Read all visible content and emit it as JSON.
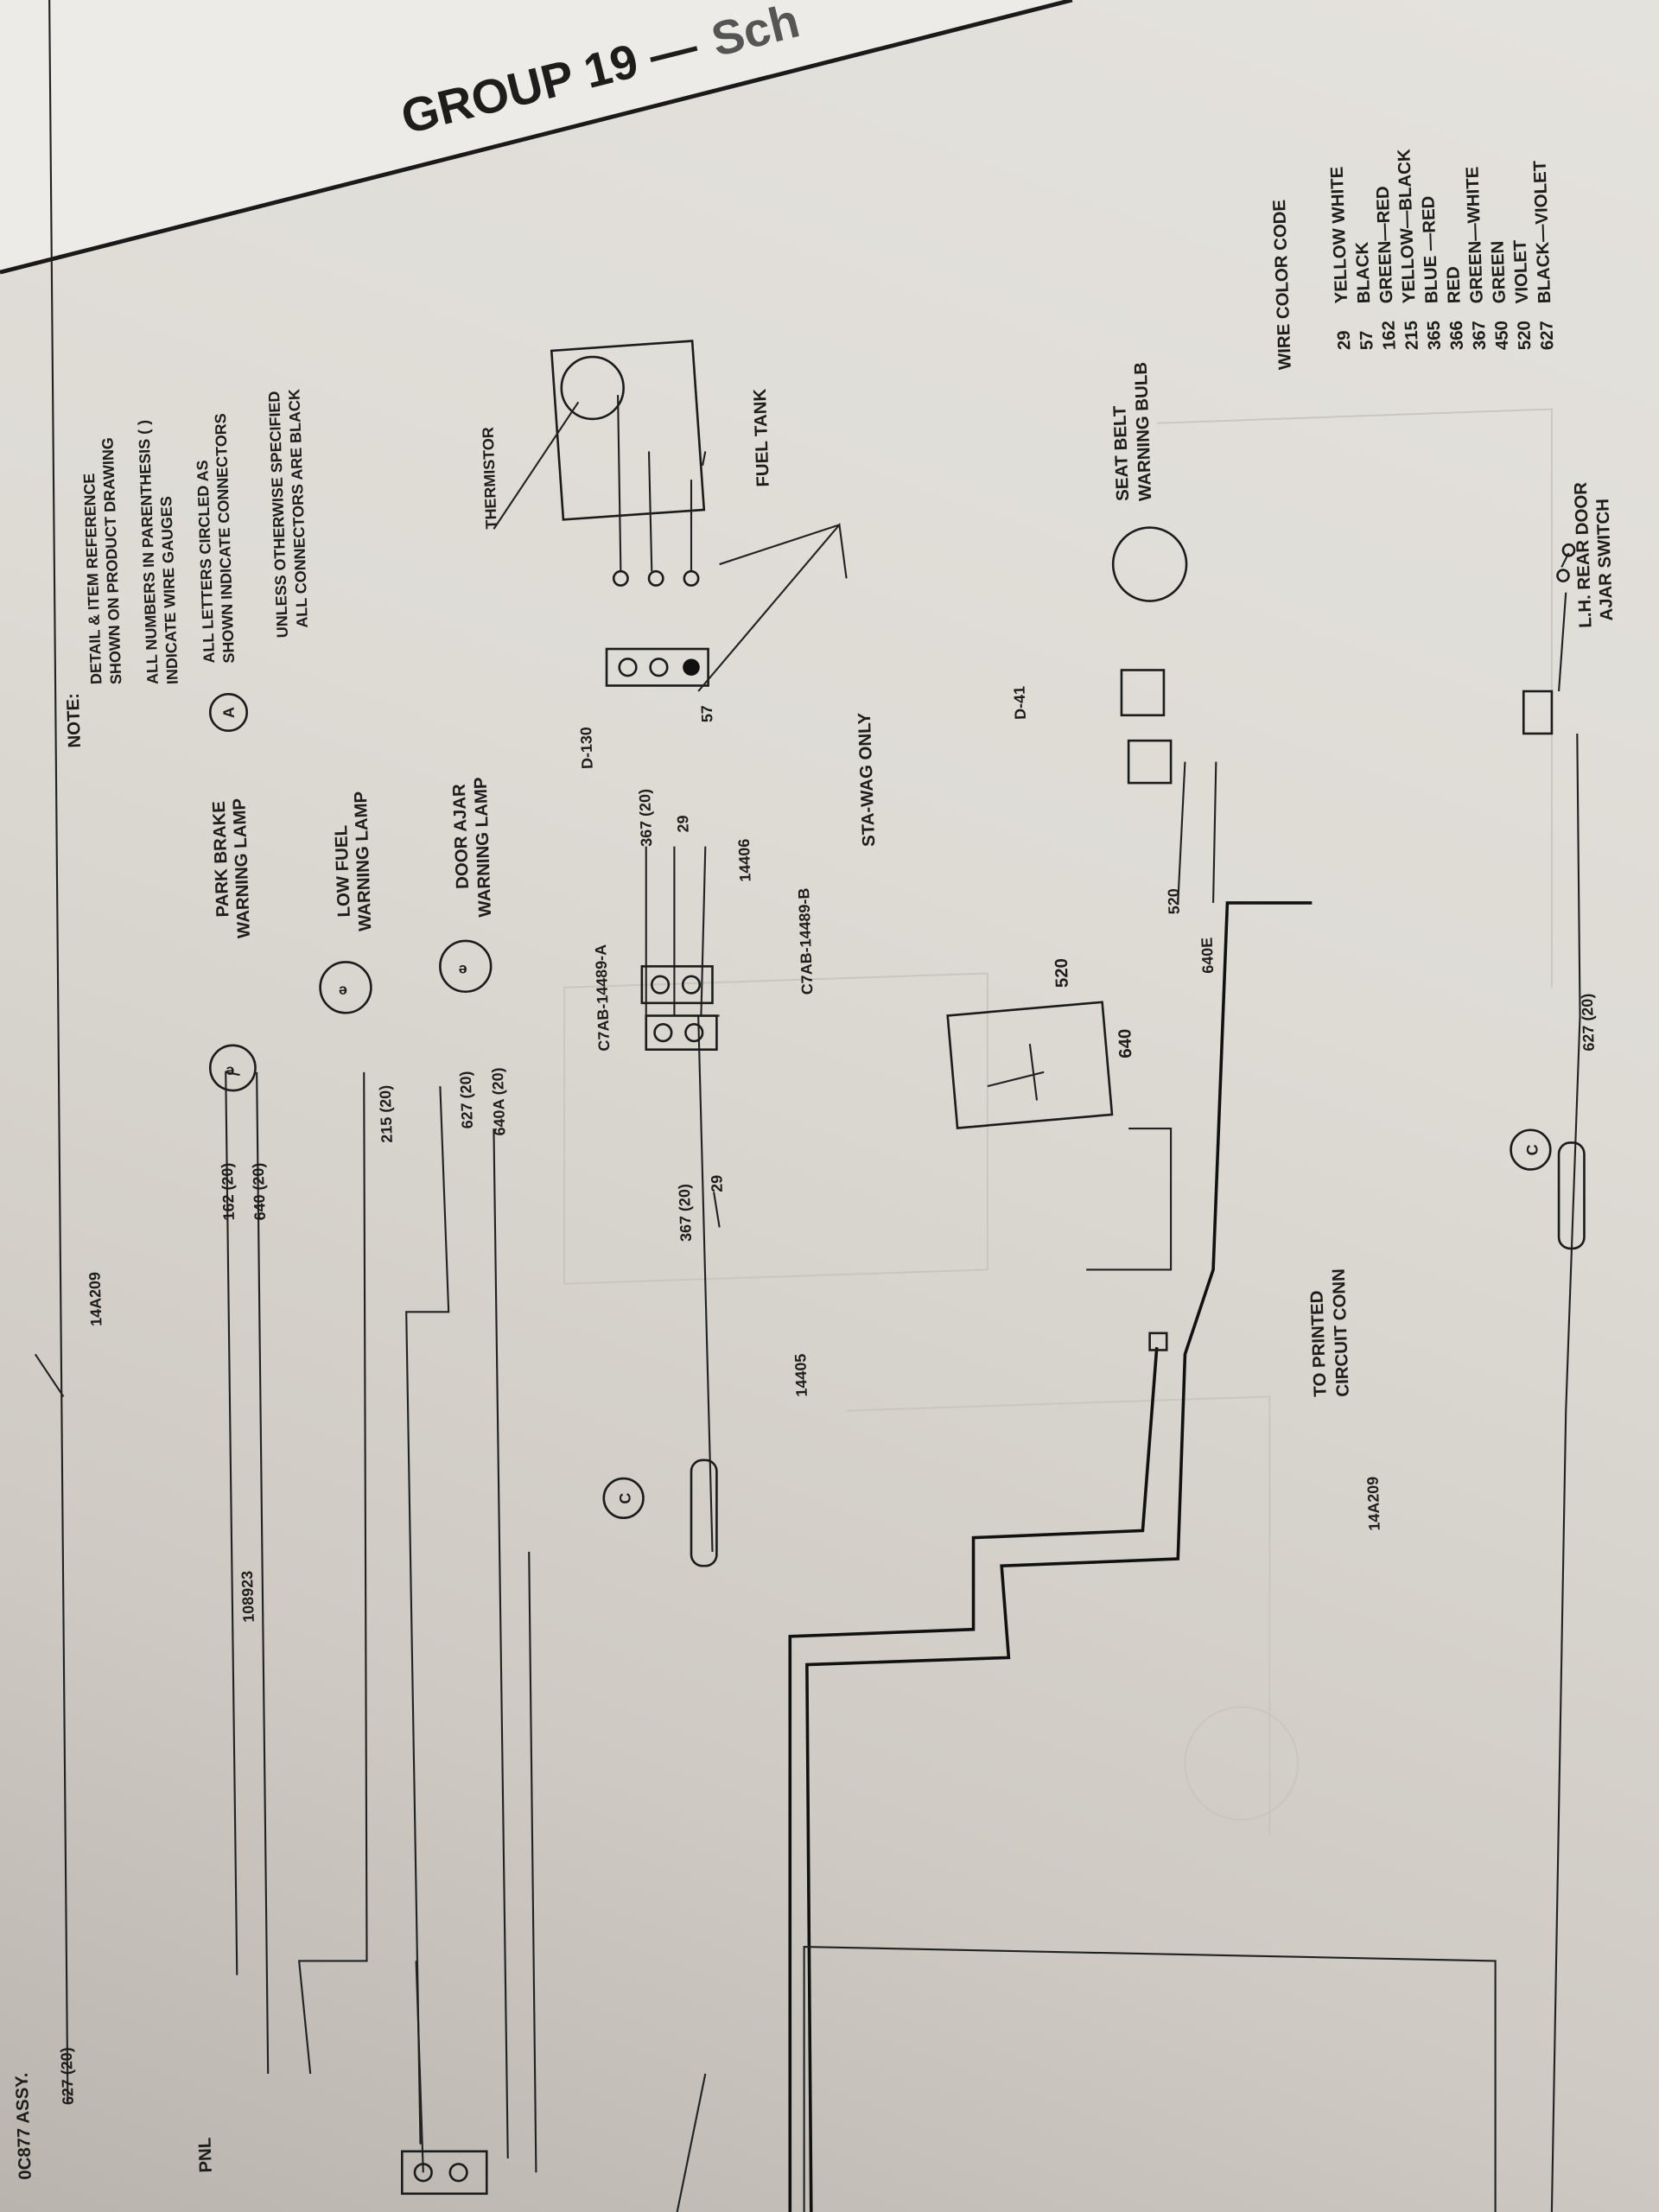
{
  "header": {
    "title": "GROUP 19 —",
    "title_partial": "Sch"
  },
  "notes": {
    "label": "NOTE:",
    "items": [
      [
        "DETAIL & ITEM REFERENCE",
        "SHOWN ON PRODUCT DRAWING"
      ],
      [
        "ALL NUMBERS IN PARENTHESIS ( )",
        "INDICATE WIRE GAUGES"
      ],
      [
        "ALL LETTERS CIRCLED AS",
        "SHOWN INDICATE    CONNECTORS"
      ],
      [
        "UNLESS OTHERWISE SPECIFIED",
        "ALL CONNECTORS ARE BLACK"
      ]
    ],
    "connector_letter": "A"
  },
  "components": {
    "park_brake": [
      "PARK BRAKE",
      "WARNING LAMP"
    ],
    "low_fuel": [
      "LOW FUEL",
      "WARNING LAMP"
    ],
    "door_ajar": [
      "DOOR AJAR",
      "WARNING LAMP"
    ],
    "thermistor": "THERMISTOR",
    "fuel_tank": "FUEL TANK",
    "sta_wag": "STA-WAG ONLY",
    "seat_belt": [
      "SEAT BELT",
      "WARNING BULB"
    ],
    "rear_door": [
      "L.H. REAR DOOR",
      "AJAR SWITCH"
    ],
    "printed_circuit": [
      "TO PRINTED",
      "CIRCUIT CONN"
    ],
    "assy": "0C877 ASSY.",
    "pnl": "PNL"
  },
  "wire_labels": {
    "w627_top": "627 (20)",
    "harness_14a209_top": "14A209",
    "p108923": "108923",
    "w162": "162 (20)",
    "w640": "640 (20)",
    "w215": "215 (20)",
    "w627_mid": "627 (20)",
    "w640a": "640A (20)",
    "c7ab_a": "C7AB-14489-A",
    "d130": "D-130",
    "w367_a": "367 (20)",
    "w29_a": "29",
    "w57": "57",
    "p14406": "14406",
    "c7ab_b": "C7AB-14489-B",
    "w367_b": "367 (20)",
    "w29_b": "29",
    "p14405": "14405",
    "conn_c1": "C",
    "d41": "D-41",
    "w520_a": "520",
    "w640_b": "640",
    "w520_b": "520",
    "w640e": "640E",
    "harness_14a209_bot": "14A209",
    "conn_c2": "C",
    "w627_bot": "627 (20)"
  },
  "wire_color_code": {
    "title": "WIRE COLOR CODE",
    "entries": [
      {
        "code": "29",
        "color": "YELLOW WHITE"
      },
      {
        "code": "57",
        "color": "BLACK"
      },
      {
        "code": "162",
        "color": "GREEN—RED"
      },
      {
        "code": "215",
        "color": "YELLOW—BLACK"
      },
      {
        "code": "365",
        "color": "BLUE —RED"
      },
      {
        "code": "366",
        "color": "RED"
      },
      {
        "code": "367",
        "color": "GREEN—WHITE"
      },
      {
        "code": "450",
        "color": "GREEN"
      },
      {
        "code": "520",
        "color": "VIOLET"
      },
      {
        "code": "627",
        "color": "BLACK—VIOLET"
      }
    ]
  }
}
